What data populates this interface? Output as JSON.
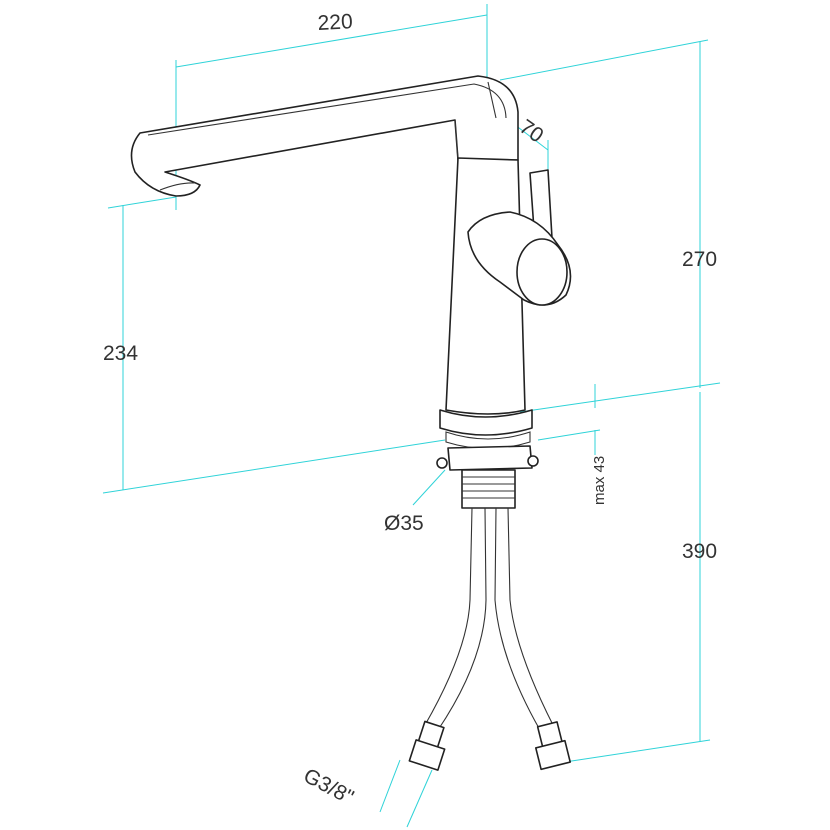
{
  "colors": {
    "dimension_line": "#2fd3d8",
    "outline": "#222222",
    "text": "#333333"
  },
  "dimensions": {
    "spout_reach": "220",
    "spout_depth": "70",
    "total_height": "270",
    "spout_height": "234",
    "deck_thickness": "max 43",
    "hole_diameter": "Ø35",
    "hose_length": "390",
    "connection_thread": "G3/8\""
  }
}
